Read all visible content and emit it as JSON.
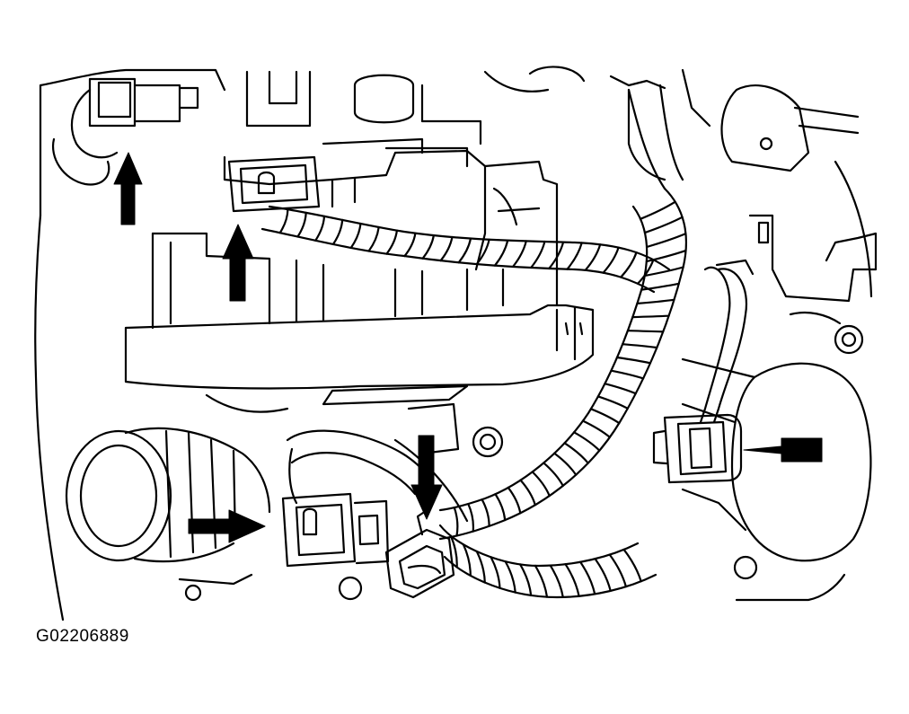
{
  "figure": {
    "id_label": "G02206889"
  },
  "callouts": [
    {
      "direction": "up",
      "target": "connector-top-left"
    },
    {
      "direction": "up",
      "target": "connector-top-center"
    },
    {
      "direction": "down",
      "target": "connector-bottom-center"
    },
    {
      "direction": "right",
      "target": "connector-bottom-left"
    },
    {
      "direction": "left",
      "target": "connector-right"
    }
  ],
  "colors": {
    "line": "#000000",
    "background": "#ffffff",
    "arrow_fill": "#000000"
  }
}
